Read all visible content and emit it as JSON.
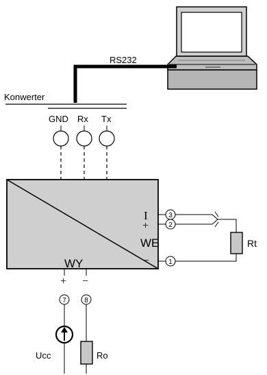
{
  "labels": {
    "rs232": "RS232",
    "konwerter": "Konwerter",
    "gnd": "GND",
    "rx": "Rx",
    "tx": "Tx",
    "i": "I",
    "plus_we": "+",
    "minus_we": "−",
    "we": "WE",
    "wy": "WY",
    "plus_wy": "+",
    "minus_wy": "−",
    "rt": "Rt",
    "ucc": "Ucc",
    "ro": "Ro",
    "t1": "1",
    "t2": "2",
    "t3": "3",
    "t7": "7",
    "t8": "8"
  },
  "icons": {
    "laptop": "laptop-icon",
    "current_source": "current-source-icon",
    "resistor": "resistor-icon"
  }
}
